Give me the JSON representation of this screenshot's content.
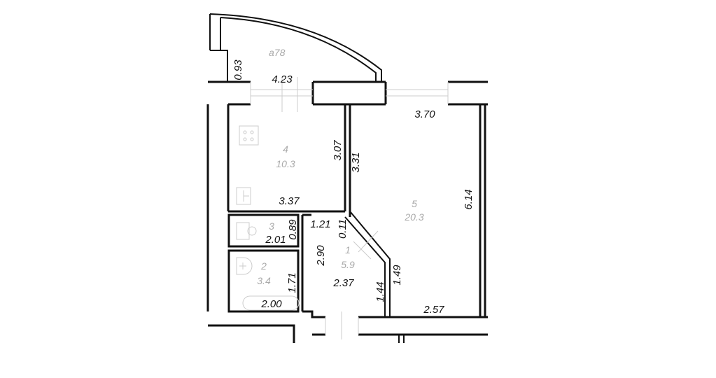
{
  "plan": {
    "balcony": {
      "label": "а78"
    },
    "rooms": [
      {
        "number": "1",
        "area": "5.9"
      },
      {
        "number": "2",
        "area": "3.4"
      },
      {
        "number": "3",
        "area": ""
      },
      {
        "number": "4",
        "area": "10.3"
      },
      {
        "number": "5",
        "area": "20.3"
      }
    ],
    "dimensions": {
      "balcony_depth": "0.93",
      "balcony_width": "4.23",
      "room5_top": "3.70",
      "kitchen_right": "3.07",
      "room5_left": "3.31",
      "kitchen_bottom": "3.37",
      "room5_right": "6.14",
      "corridor_top": "1.21",
      "corridor_step": "0.11",
      "wc_height": "0.89",
      "wc_width": "2.01",
      "corridor_left": "2.90",
      "corridor_width": "2.37",
      "corridor_right": "1.44",
      "room5_diag": "1.49",
      "bath_height": "1.71",
      "bath_width": "2.00",
      "room5_bottom": "2.57"
    }
  }
}
